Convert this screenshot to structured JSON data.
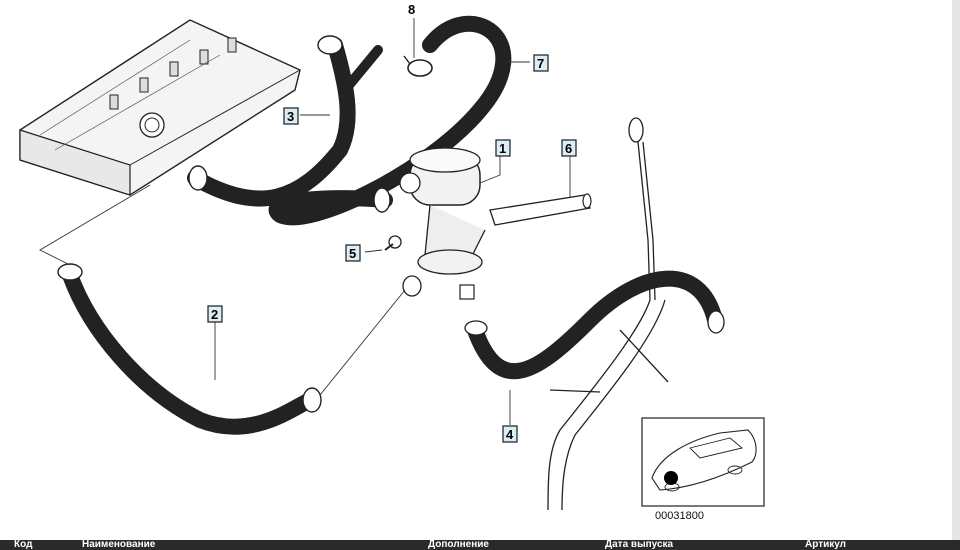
{
  "diagram": {
    "callouts": [
      {
        "label": "1"
      },
      {
        "label": "2"
      },
      {
        "label": "3"
      },
      {
        "label": "4"
      },
      {
        "label": "5"
      },
      {
        "label": "6"
      },
      {
        "label": "7"
      },
      {
        "label": "8"
      }
    ],
    "reference_code": "00031800"
  },
  "table": {
    "columns": [
      "Код",
      "Наименование",
      "Дополнение",
      "Дата выпуска",
      "Артикул"
    ]
  }
}
